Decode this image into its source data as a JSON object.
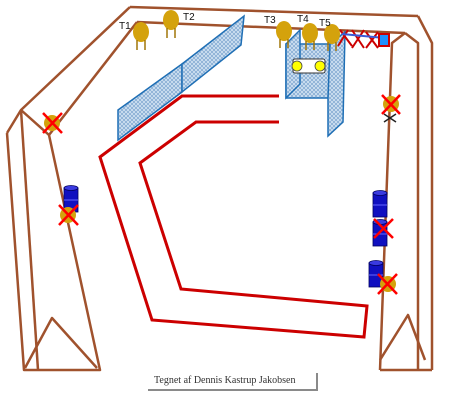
{
  "caption": "Tegnet af Dennis Kastrup Jakobsen",
  "targets": [
    {
      "label": "T1"
    },
    {
      "label": "T2"
    },
    {
      "label": "T3"
    },
    {
      "label": "T4"
    },
    {
      "label": "T5"
    }
  ],
  "colors": {
    "wall": "#a0522d",
    "path": "#cc0000",
    "net_fill": "#bcd3ea",
    "net_stroke": "#1f6fb5",
    "target": "#d4a20c",
    "target_stand": "#a07508",
    "barrel": "#1010c0",
    "cross": "#ff0000",
    "box_light": "#ffff00",
    "barrier_blue": "#1e90ff"
  }
}
